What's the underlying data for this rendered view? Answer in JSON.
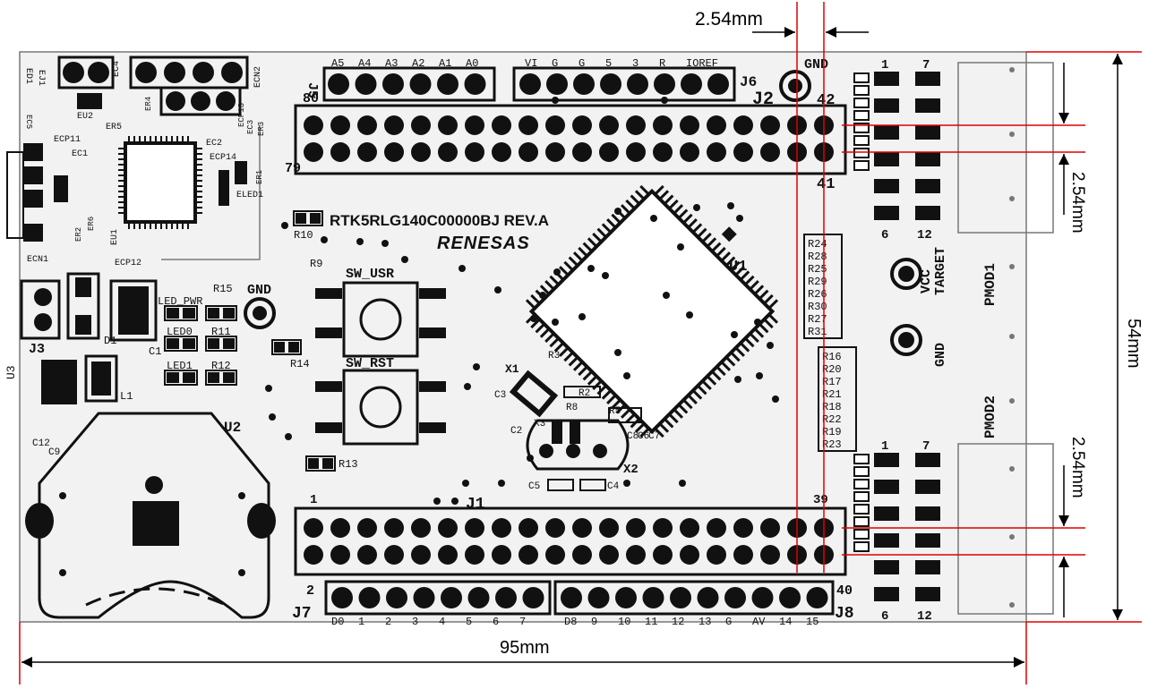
{
  "dimensions": {
    "top_pitch": "2.54mm",
    "pmod1_pitch": "2.54mm",
    "pmod2_pitch": "2.54mm",
    "height": "54mm",
    "width": "95mm"
  },
  "board": {
    "part_number": "RTK5RLG140C00000BJ REV.A",
    "logo": "RENESAS",
    "j5_labels": [
      "A5",
      "A4",
      "A3",
      "A2",
      "A1",
      "A0"
    ],
    "j6_labels": [
      "VI",
      "G",
      "G",
      "5",
      "3",
      "R",
      "IOREF"
    ],
    "j7_labels": [
      "D0",
      "1",
      "2",
      "3",
      "4",
      "5",
      "6",
      "7"
    ],
    "j8_labels": [
      "D8",
      "9",
      "10",
      "11",
      "12",
      "13",
      "G",
      "AV",
      "14",
      "15"
    ],
    "silk": {
      "j5": "J5",
      "j6": "J6",
      "j2": "J2",
      "j1": "J1",
      "j3": "J3",
      "j7": "J7",
      "j8": "J8",
      "gnd_top": "GND",
      "gnd_left": "GND",
      "gnd_right": "GND",
      "n42": "42",
      "n41": "41",
      "n80": "80",
      "n79": "79",
      "n1_j1": "1",
      "n39": "39",
      "n2": "2",
      "n40": "40",
      "u1": "U1",
      "u2": "U2",
      "u3": "U3",
      "sw_usr": "SW_USR",
      "sw_rst": "SW_RST",
      "led_pwr": "LED_PWR",
      "led0": "LED0",
      "led1": "LED1",
      "r15": "R15",
      "r11": "R11",
      "r12": "R12",
      "r14": "R14",
      "r13": "R13",
      "r10": "R10",
      "r9": "R9",
      "r3": "R3",
      "r2": "R2",
      "r8": "R8",
      "r5": "R5",
      "x1": "X1",
      "x2": "X2",
      "x3": "X3",
      "c1": "C1",
      "c2": "C2",
      "c3": "C3",
      "c4": "C4",
      "c5": "C5",
      "c6": "C6",
      "c7": "C7",
      "c8": "C8",
      "c9": "C9",
      "c12": "C12",
      "d1": "D1",
      "l1": "L1",
      "target_vcc_1": "TARGET",
      "target_vcc_2": "VCC",
      "pmod1": "PMOD1",
      "pmod2": "PMOD2",
      "pm1_1": "1",
      "pm1_7": "7",
      "pm1_6": "6",
      "pm1_12": "12",
      "pm2_1": "1",
      "pm2_7": "7",
      "pm2_6": "6",
      "pm2_12": "12",
      "ed1": "ED1",
      "ej1": "EJ1",
      "ec4": "EC4",
      "ecn2": "ECN2",
      "eu2": "EU2",
      "er5": "ER5",
      "er4": "ER4",
      "ecp11": "ECP11",
      "ec1": "EC1",
      "ecp13": "ECP13",
      "ec3": "EC3",
      "er3": "ER3",
      "ec2": "EC2",
      "ecp14": "ECP14",
      "er1": "ER1",
      "eled1": "ELED1",
      "eu1": "EU1",
      "er2": "ER2",
      "er6": "ER6",
      "ecn1": "ECN1",
      "ecp12": "ECP12",
      "ec5": "EC5"
    },
    "resistors_a": [
      "R24",
      "R28",
      "R25",
      "R29",
      "R26",
      "R30",
      "R27",
      "R31"
    ],
    "resistors_b": [
      "R16",
      "R20",
      "R17",
      "R21",
      "R18",
      "R22",
      "R19",
      "R23"
    ]
  },
  "colors": {
    "board": "#f2f2f2",
    "ink": "#111111",
    "dimension": "#e00000"
  }
}
